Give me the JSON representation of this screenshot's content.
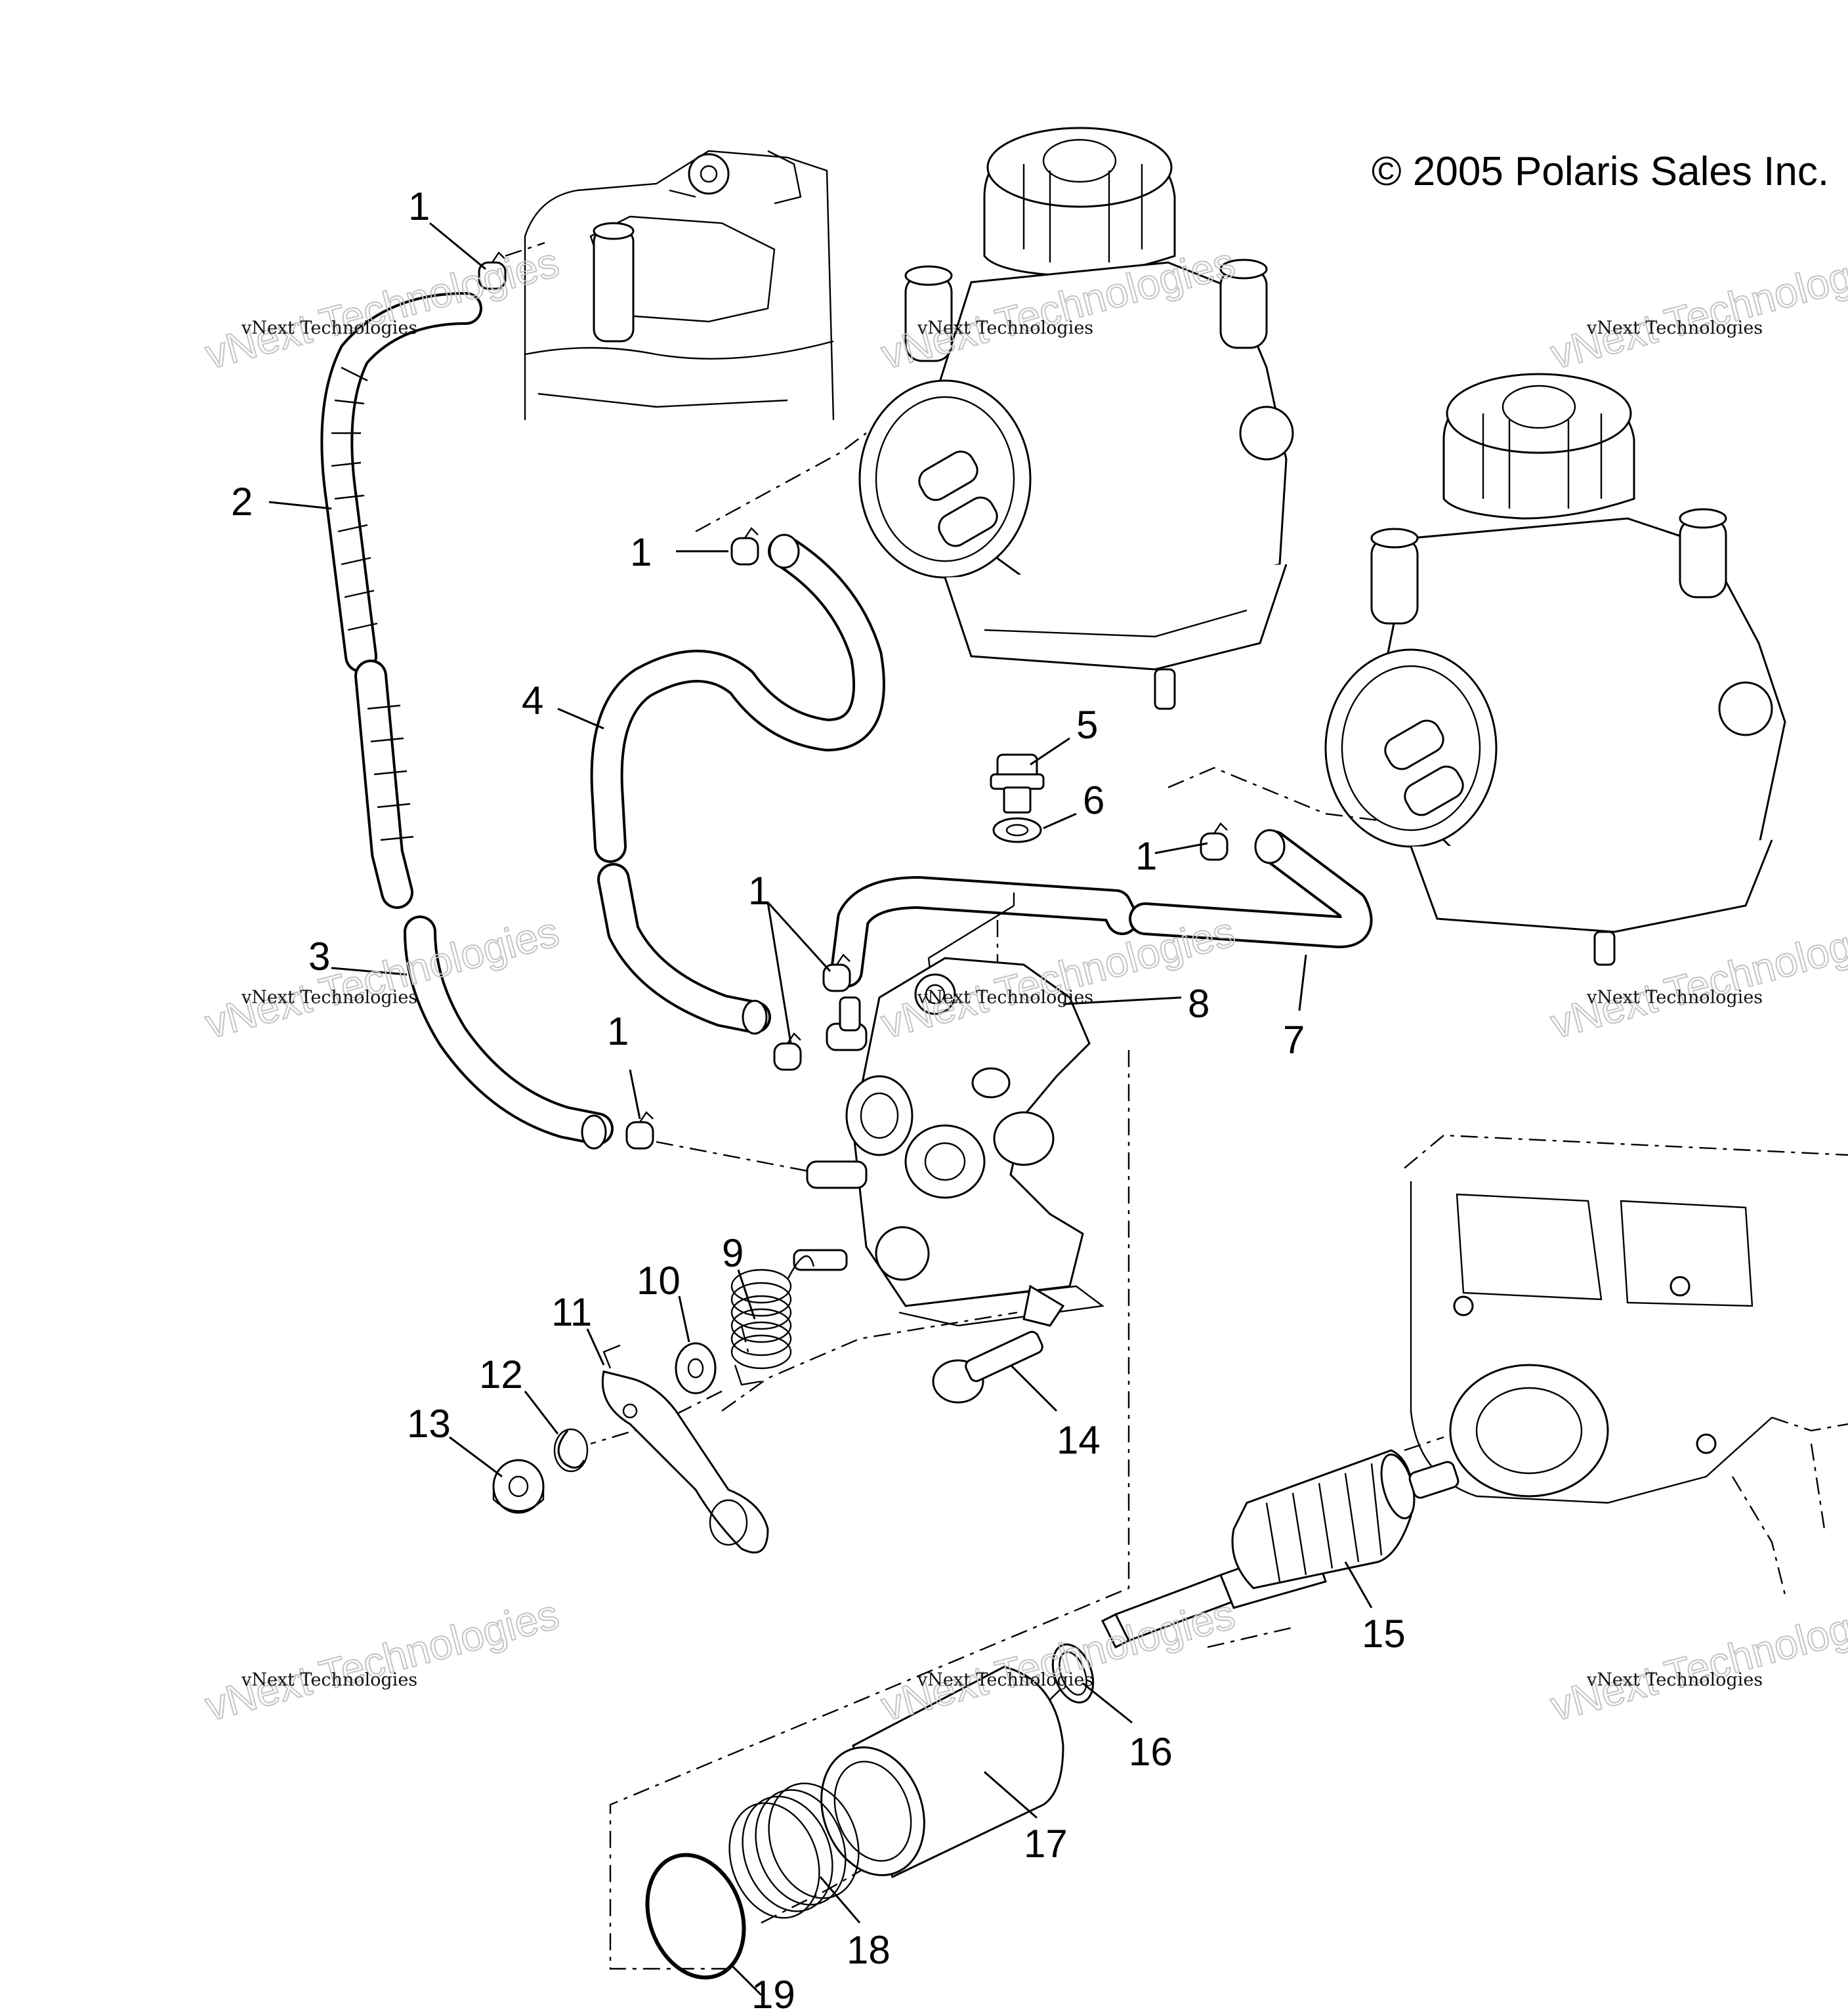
{
  "copyright": "© 2005 Polaris Sales Inc.",
  "watermark": {
    "line1": "vNext Technologies",
    "line2": "vNext Technologies"
  },
  "callouts": [
    "1",
    "1",
    "1",
    "1",
    "1",
    "2",
    "3",
    "4",
    "5",
    "6",
    "7",
    "8",
    "9",
    "10",
    "11",
    "12",
    "13",
    "14",
    "15",
    "16",
    "17",
    "18",
    "19"
  ]
}
